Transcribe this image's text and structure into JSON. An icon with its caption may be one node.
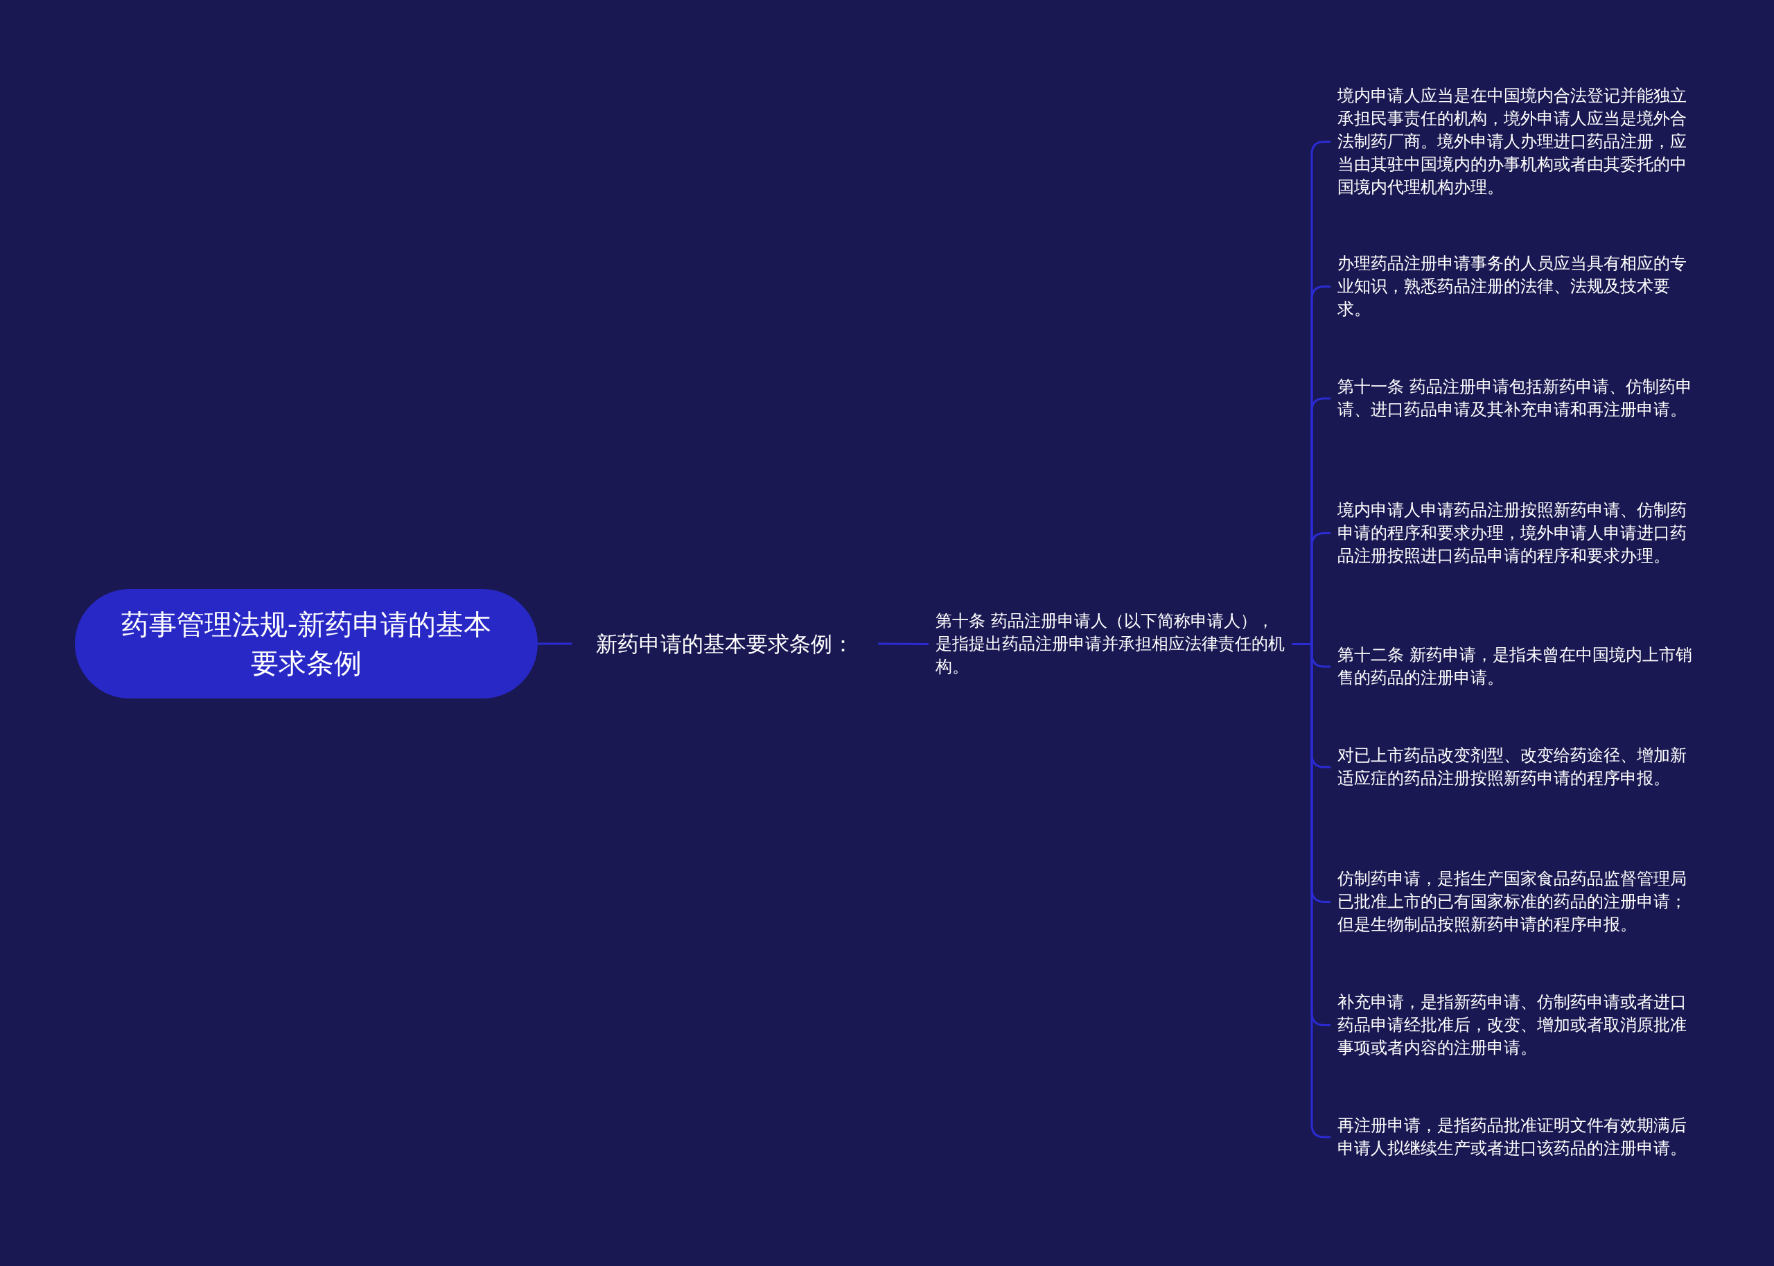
{
  "diagram": {
    "nodes": [
      {
        "text": [
          "药事管理法规-新药申请的基本要求条例"
        ]
      },
      {
        "text": [
          "新药申请的基本要求条例："
        ]
      },
      {
        "text": [
          "第十条 药品注册申请人（以下简称申请人），是指提出药品注册申请并承担相应法律责任的机构。"
        ]
      },
      {
        "text": [
          "境内申请人应当是在中国境内合法登记并能独立承担民事责任的机构，境外申请人应当是境外合法制药厂商。境外申请人办理进口药品注册，应当由其驻中国境内的办事机构或者由其委托的中国境内代理机构办理。"
        ]
      },
      {
        "text": [
          "办理药品注册申请事务的人员应当具有相应的专业知识，熟悉药品注册的法律、法规及技术要求。"
        ]
      },
      {
        "text": [
          "第十一条 药品注册申请包括新药申请、仿制药申请、进口药品申请及其补充申请和再注册申请。"
        ]
      },
      {
        "text": [
          "境内申请人申请药品注册按照新药申请、仿制药申请的程序和要求办理，境外申请人申请进口药品注册按照进口药品申请的程序和要求办理。"
        ]
      },
      {
        "text": [
          "第十二条 新药申请，是指未曾在中国境内上市销售的药品的注册申请。"
        ]
      },
      {
        "text": [
          "对已上市药品改变剂型、改变给药途径、增加新适应症的药品注册按照新药申请的程序申报。"
        ]
      },
      {
        "text": [
          "仿制药申请，是指生产国家食品药品监督管理局已批准上市的已有国家标准的药品的注册申请；但是生物制品按照新药申请的程序申报。"
        ]
      },
      {
        "text": [
          "补充申请，是指新药申请、仿制药申请或者进口药品申请经批准后，改变、增加或者取消原批准事项或者内容的注册申请。"
        ]
      },
      {
        "text": [
          "再注册申请，是指药品批准证明文件有效期满后申请人拟继续生产或者进口该药品的注册申请。"
        ]
      }
    ],
    "edges": [
      {
        "from": 0,
        "to": 1,
        "arrow": "none"
      },
      {
        "from": 1,
        "to": 2,
        "arrow": "none"
      },
      {
        "from": 2,
        "to": 3,
        "arrow": "none"
      },
      {
        "from": 2,
        "to": 4,
        "arrow": "none"
      },
      {
        "from": 2,
        "to": 5,
        "arrow": "none"
      },
      {
        "from": 2,
        "to": 6,
        "arrow": "none"
      },
      {
        "from": 2,
        "to": 7,
        "arrow": "none"
      },
      {
        "from": 2,
        "to": 8,
        "arrow": "none"
      },
      {
        "from": 2,
        "to": 9,
        "arrow": "none"
      },
      {
        "from": 2,
        "to": 10,
        "arrow": "none"
      },
      {
        "from": 2,
        "to": 11,
        "arrow": "none"
      }
    ]
  }
}
